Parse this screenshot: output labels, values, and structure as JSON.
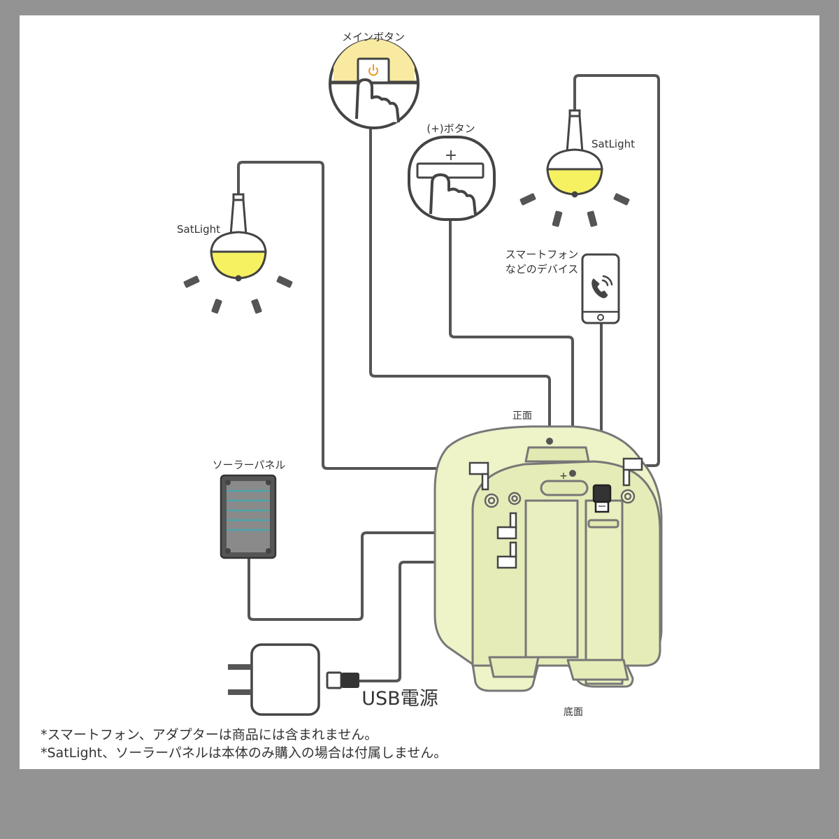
{
  "labels": {
    "main_button": "メインボタン",
    "plus_button": "(+)ボタン",
    "satlight_left": "SatLight",
    "satlight_right": "SatLight",
    "smartphone_line1": "スマートフォン",
    "smartphone_line2": "などのデバイス",
    "solar_panel": "ソーラーパネル",
    "front": "正面",
    "bottom": "底面",
    "usb_power": "USB電源",
    "plus_mark": "+"
  },
  "notes": [
    "*スマートフォン、アダプターは商品には含まれません。",
    "*SatLight、ソーラーパネルは本体のみ購入の場合は付属しません。"
  ],
  "colors": {
    "background": "#939393",
    "panel": "#ffffff",
    "cable": "#555555",
    "device_body": "#eef3c8",
    "device_outline": "#777777",
    "lamp_glow": "#f6f160",
    "button_glow": "#f8eaa0",
    "solar_cells": "#4aa3a8"
  },
  "icons": [
    "power-icon",
    "phone-call-icon",
    "usb-plug-icon",
    "dc-plug-icon",
    "ac-adapter-icon",
    "hand-pointer-icon"
  ]
}
